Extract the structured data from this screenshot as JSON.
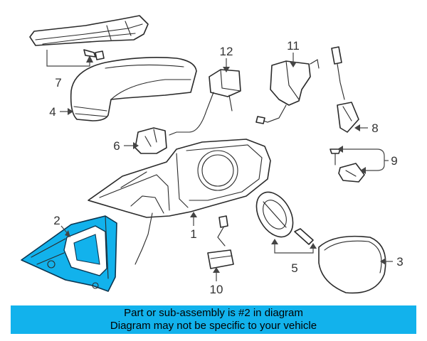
{
  "callouts": [
    {
      "id": "1",
      "text": "1"
    },
    {
      "id": "2",
      "text": "2"
    },
    {
      "id": "3",
      "text": "3"
    },
    {
      "id": "4",
      "text": "4"
    },
    {
      "id": "5",
      "text": "5"
    },
    {
      "id": "6",
      "text": "6"
    },
    {
      "id": "7",
      "text": "7"
    },
    {
      "id": "8",
      "text": "8"
    },
    {
      "id": "9",
      "text": "9"
    },
    {
      "id": "10",
      "text": "10"
    },
    {
      "id": "11",
      "text": "11"
    },
    {
      "id": "12",
      "text": "12"
    }
  ],
  "highlight_color": "#12b2ec",
  "banner": {
    "line1": "Part or sub-assembly is #2 in diagram",
    "line2": "Diagram may not be specific to your vehicle"
  }
}
